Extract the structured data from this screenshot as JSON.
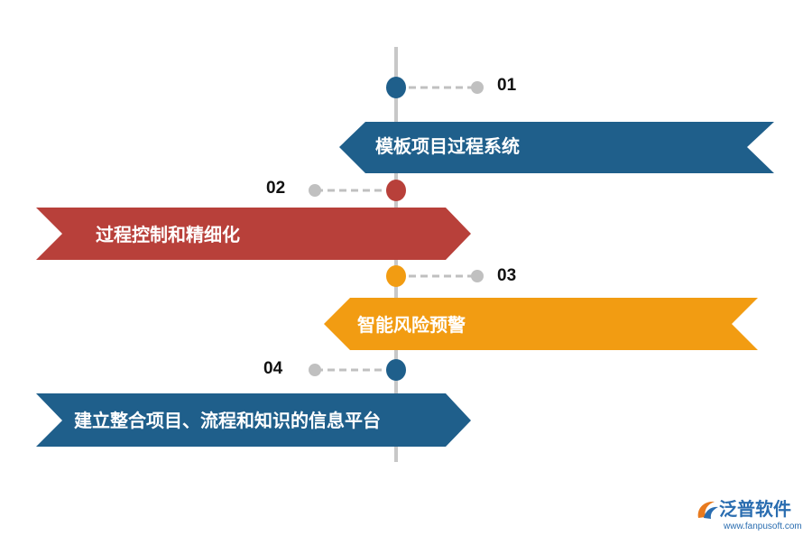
{
  "timeline": {
    "steps": [
      {
        "number": "01",
        "label": "模板项目过程系统",
        "color": "#1f5f8b"
      },
      {
        "number": "02",
        "label": "过程控制和精细化",
        "color": "#b8403a"
      },
      {
        "number": "03",
        "label": "智能风险预警",
        "color": "#f29c12"
      },
      {
        "number": "04",
        "label": "建立整合项目、流程和知识的信息平台",
        "color": "#1f5f8b"
      }
    ],
    "axis_color": "#c8c8c8",
    "connector_color": "#c0c0c0"
  },
  "brand": {
    "name": "泛普软件",
    "url": "www.fanpusoft.com",
    "color": "#2a6db0"
  }
}
